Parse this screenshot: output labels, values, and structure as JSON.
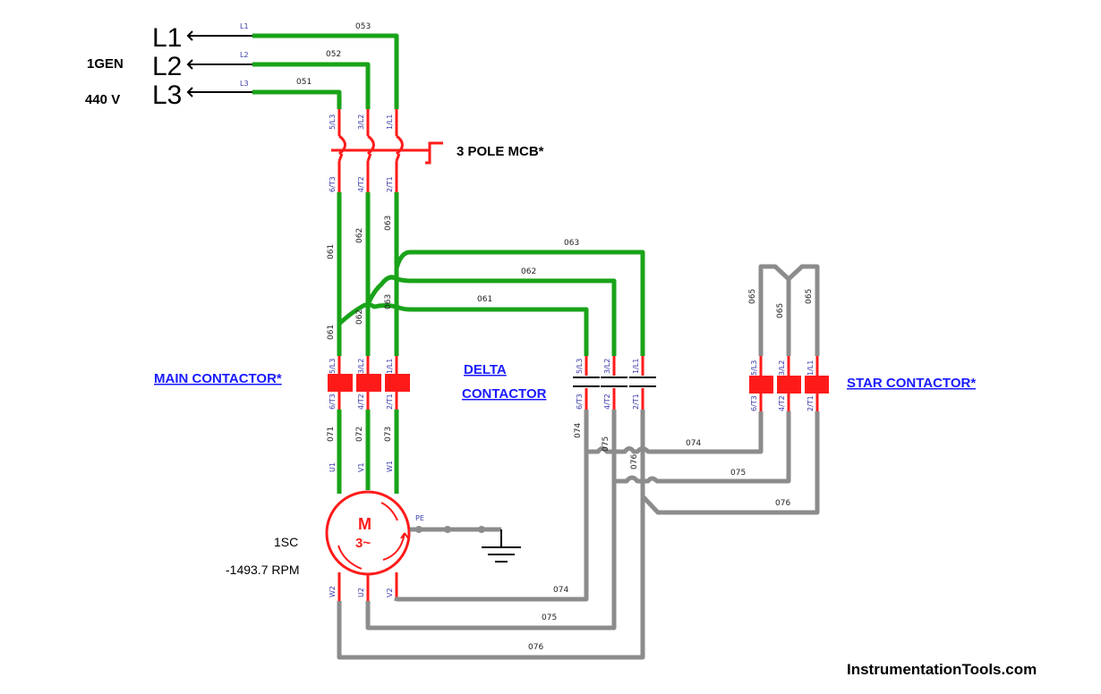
{
  "supply": {
    "phases": [
      "L1",
      "L2",
      "L3"
    ],
    "source_name": "1GEN",
    "voltage": "440 V",
    "terminal_labels": [
      "L1",
      "L2",
      "L3"
    ]
  },
  "wire_numbers": {
    "l1": "053",
    "l2": "052",
    "l3": "051",
    "mcb_out_1": "061",
    "mcb_out_2": "062",
    "mcb_out_3": "063",
    "delta_top_3": "063",
    "delta_top_2": "062",
    "delta_top_1": "061",
    "crossing_2": "062",
    "crossing_3": "063",
    "star_1": "065",
    "star_2": "065",
    "star_3": "065",
    "motor_1": "071",
    "motor_2": "072",
    "motor_3": "073",
    "delta_out_1": "074",
    "delta_out_2": "075",
    "delta_out_3": "076",
    "star_link_1": "074",
    "star_link_2": "075",
    "star_link_3": "076",
    "bottom_1": "074",
    "bottom_2": "075",
    "bottom_3": "076"
  },
  "mcb": {
    "label": "3 POLE MCB*",
    "top_terminals": [
      "5/L3",
      "3/L2",
      "1/L1"
    ],
    "bottom_terminals": [
      "6/T3",
      "4/T2",
      "2/T1"
    ]
  },
  "main_contactor": {
    "label": "MAIN CONTACTOR*",
    "top_terminals": [
      "5/L3",
      "3/L2",
      "1/L1"
    ],
    "bottom_terminals": [
      "6/T3",
      "4/T2",
      "2/T1"
    ]
  },
  "delta_contactor": {
    "label_line1": "DELTA",
    "label_line2": "CONTACTOR",
    "top_terminals": [
      "5/L3",
      "3/L2",
      "1/L1"
    ],
    "bottom_terminals": [
      "6/T3",
      "4/T2",
      "2/T1"
    ]
  },
  "star_contactor": {
    "label": "STAR CONTACTOR*",
    "top_terminals": [
      "5/L3",
      "3/L2",
      "1/L1"
    ],
    "bottom_terminals": [
      "6/T3",
      "4/T2",
      "2/T1"
    ]
  },
  "motor": {
    "name": "1SC",
    "speed": "-1493.7 RPM",
    "symbol": "M",
    "phase_mark": "3~",
    "top_terminals": [
      "U1",
      "V1",
      "W1"
    ],
    "bottom_terminals": [
      "W2",
      "U2",
      "V2"
    ],
    "earth_label": "PE"
  },
  "colors": {
    "energized": "#19a319",
    "deenergized": "#8c8c8c",
    "device": "#ff1a1a",
    "link": "#1a1aff"
  },
  "footer": {
    "brand": "InstrumentationTools.com"
  }
}
